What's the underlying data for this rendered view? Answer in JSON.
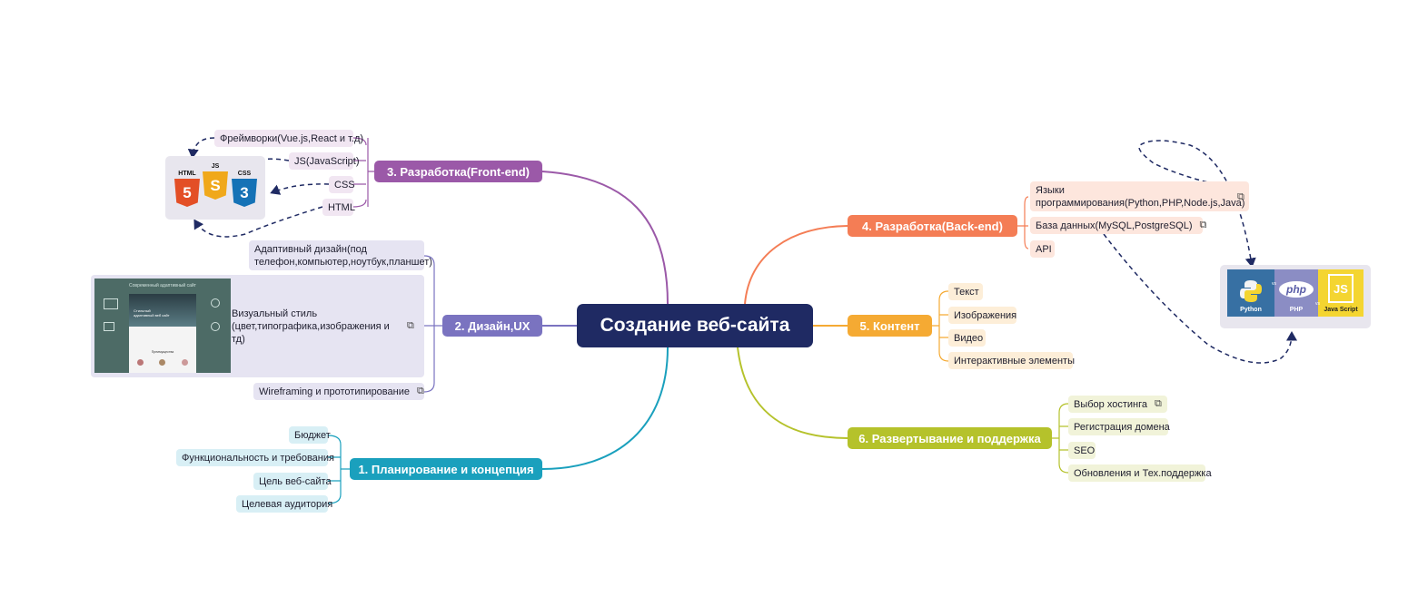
{
  "central": {
    "label": "Создание веб-сайта"
  },
  "branches": {
    "frontend": {
      "label": "3. Разработка(Front-end)",
      "color": "#9b59a8",
      "items": [
        "Фреймворки(Vue.js,React и т.д)",
        "JS(JavaScript)",
        "CSS",
        "HTML"
      ],
      "item_bg": "#f1e6f2"
    },
    "design": {
      "label": "2. Дизайн,UX",
      "color": "#7a73c0",
      "items": [
        "Адаптивный дизайн(под телефон,компьютер,ноутбук,планшет)",
        "Визуальный стиль (цвет,типографика,изображения и тд)",
        "Wireframing и прототипирование"
      ],
      "item_bg": "#e6e4f2"
    },
    "planning": {
      "label": "1. Планирование и концепция",
      "color": "#1aa0bd",
      "items": [
        "Бюджет",
        "Функциональность и требования",
        "Цель веб-сайта",
        "Целевая аудитория"
      ],
      "item_bg": "#d8eff5"
    },
    "backend": {
      "label": "4. Разработка(Back-end)",
      "color": "#f47d55",
      "items": [
        "Языки программирования(Python,PHP,Node.js,Java)",
        "База данных(MySQL,PostgreSQL)",
        "API"
      ],
      "item_bg": "#fde6dd"
    },
    "content": {
      "label": "5. Контент",
      "color": "#f5aa33",
      "items": [
        "Текст",
        "Изображения",
        "Видео",
        "Интерактивные элементы"
      ],
      "item_bg": "#fdeed8"
    },
    "deploy": {
      "label": "6. Развертывание и поддержка",
      "color": "#b5c22b",
      "items": [
        "Выбор хостинга",
        "Регистрация домена",
        "SEO",
        "Обновления и Тех.поддержка"
      ],
      "item_bg": "#f1f3d9"
    }
  },
  "images": {
    "web_badges": {
      "html": "HTML",
      "js": "JS",
      "css": "CSS",
      "html_glyph": "5",
      "js_glyph": "S",
      "css_glyph": "3"
    },
    "langs": {
      "python": "Python",
      "php": "PHP",
      "js": "Java Script",
      "php_logo": "php",
      "js_logo": "JS",
      "vs": "vs"
    },
    "mockup": {
      "title": "Современный адаптивный сайт",
      "headline": "Стильный адаптивный веб сайт",
      "subhead": "Преимущества"
    }
  },
  "colors": {
    "central": "#1f2a63",
    "dashed_arrow": "#1f2a63",
    "html_orange": "#e34f26",
    "js_yellow": "#f0a81b",
    "css_blue": "#1572b6",
    "python_blue": "#3770a3",
    "php_purple": "#8b8dc4",
    "js_panel": "#f4d531"
  }
}
